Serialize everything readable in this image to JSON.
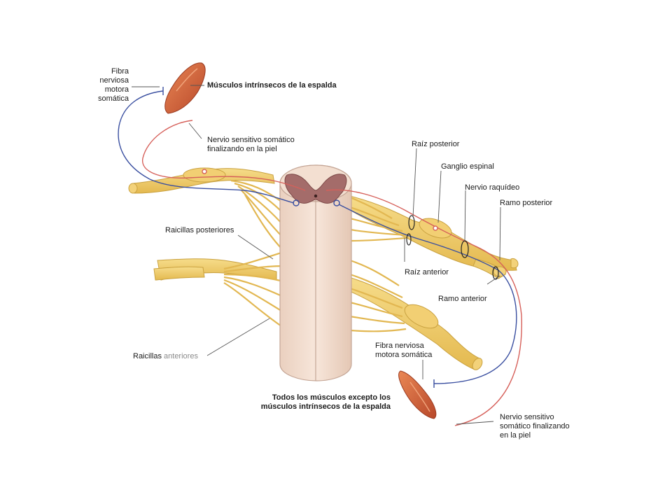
{
  "labels": {
    "fibra_motora_top": "Fibra\nnerviosa\nmotora\nsomática",
    "musculos_intrinsecos": "Músculos intrínsecos de la espalda",
    "nervio_sensitivo_top": "Nervio sensitivo somático\nfinalizando en la piel",
    "raiz_posterior": "Raíz posterior",
    "ganglio_espinal": "Ganglio espinal",
    "nervio_raquideo": "Nervio raquídeo",
    "ramo_posterior": "Ramo posterior",
    "raicillas_posteriores": "Raicillas posteriores",
    "raiz_anterior": "Raíz anterior",
    "ramo_anterior": "Ramo anterior",
    "raicillas_prefix": "Raicillas",
    "raicillas_suffix": " anteriores",
    "fibra_motora_bottom": "Fibra nerviosa\nmotora somática",
    "todos_los_musculos": "Todos los músculos excepto los\nmúsculos intrínsecos de la espalda",
    "nervio_sensitivo_bottom": "Nervio sensitivo\nsomático finalizando\nen la piel"
  },
  "colors": {
    "nerve": "#efc865",
    "nerve_edge": "#c9a13f",
    "cord": "#f2dccd",
    "cord_edge": "#c4a595",
    "grey_matter": "#a46c6a",
    "muscle": "#d8643a",
    "motor_fiber": "#3a4fa0",
    "sensory_fiber": "#d6605a",
    "leader": "#555555"
  }
}
